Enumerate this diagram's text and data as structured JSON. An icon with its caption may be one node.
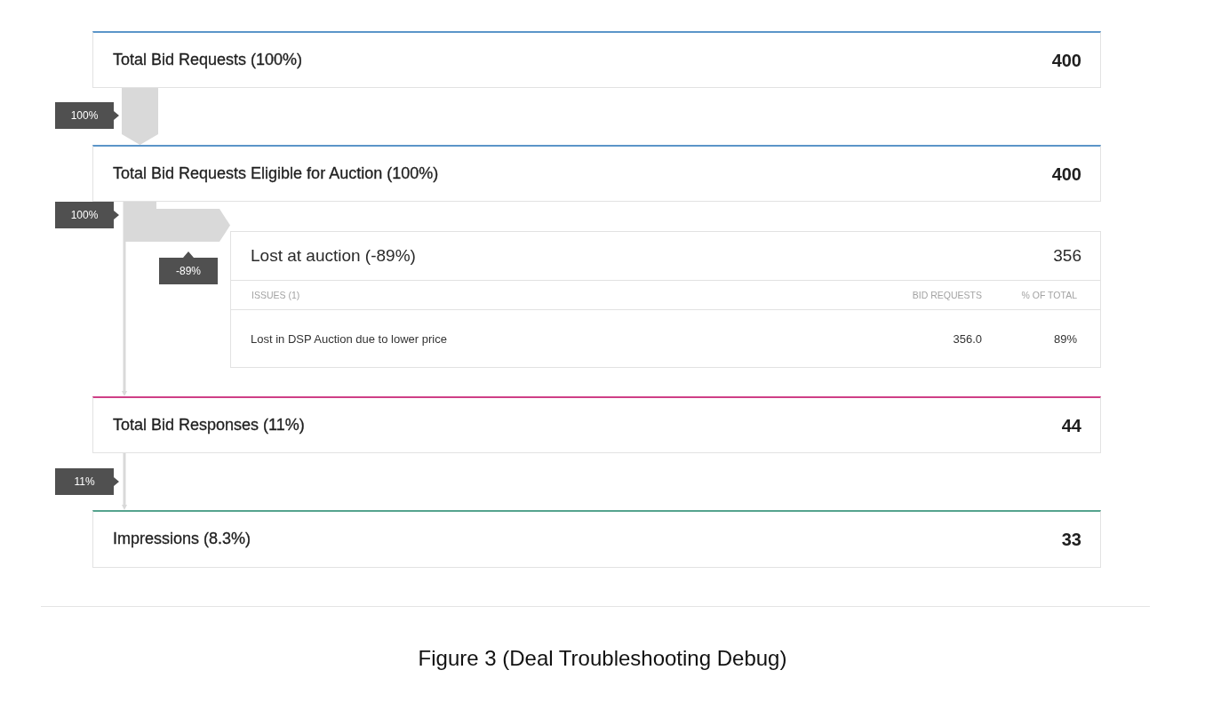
{
  "diagram": {
    "caption": "Figure 3 (Deal Troubleshooting Debug)",
    "nodes": [
      {
        "text": [
          "Total Bid Requests (100%)",
          "400"
        ]
      },
      {
        "text": [
          "Total Bid Requests Eligible for Auction (100%)",
          "400"
        ]
      },
      {
        "text": [
          "Lost at auction (-89%)",
          "356",
          "ISSUES (1)",
          "BID REQUESTS",
          "% OF TOTAL",
          "Lost in DSP Auction due to lower price",
          "356.0",
          "89%"
        ]
      },
      {
        "text": [
          "Total Bid Responses (11%)",
          "44"
        ]
      },
      {
        "text": [
          "Impressions (8.3%)",
          "33"
        ]
      }
    ],
    "edges": [
      {
        "from": 0,
        "to": 1,
        "arrow": "to",
        "label": "100%",
        "style": "thick"
      },
      {
        "from": 1,
        "to": 2,
        "arrow": "to",
        "label": "-89%",
        "style": "thick"
      },
      {
        "from": 1,
        "to": 3,
        "arrow": "to",
        "label": "100%"
      },
      {
        "from": 3,
        "to": 4,
        "arrow": "to",
        "label": "11%"
      }
    ]
  }
}
